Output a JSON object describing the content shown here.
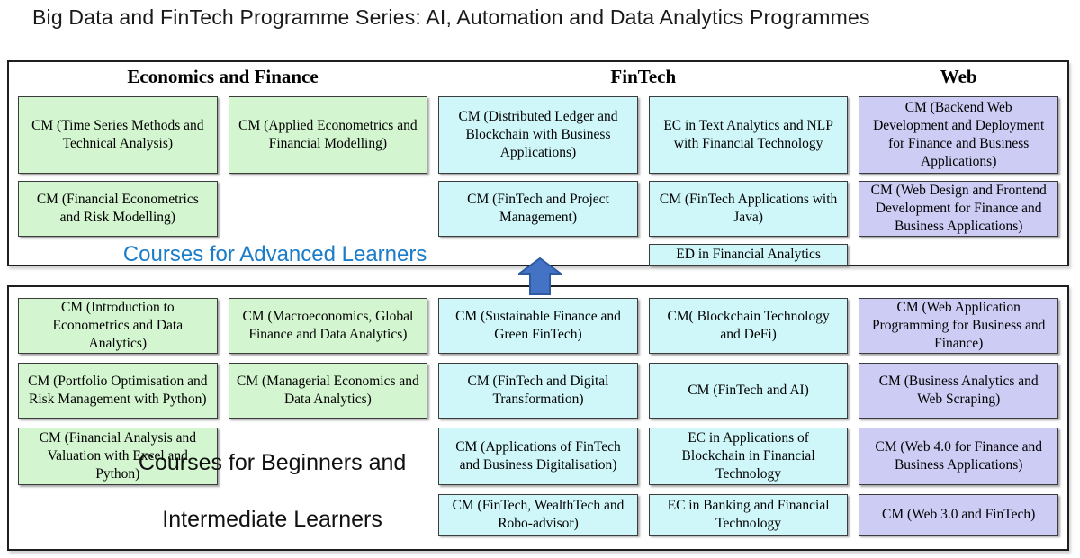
{
  "title": "Big Data and FinTech Programme Series: AI, Automation and Data Analytics Programmes",
  "colors": {
    "green": "#d3f5cf",
    "cyan": "#cff7fa",
    "purple": "#cdccf4",
    "arrow": "#4472c4",
    "arrow_border": "#2e5b9f",
    "advanced_label": "#1b7cc8"
  },
  "headers": {
    "economics": "Economics and Finance",
    "fintech": "FinTech",
    "web": "Web"
  },
  "advanced": {
    "label": "Courses for Advanced Learners",
    "row1": [
      "CM (Time Series Methods and Technical Analysis)",
      "CM (Applied Econometrics and Financial Modelling)",
      "CM (Distributed Ledger and Blockchain with Business Applications)",
      "EC in Text Analytics and NLP with Financial Technology",
      "CM (Backend Web Development and Deployment for Finance and Business Applications)"
    ],
    "row2": [
      "CM (Financial Econometrics and Risk Modelling)",
      "CM (FinTech and Project Management)",
      "CM (FinTech Applications with Java)",
      "CM (Web Design and Frontend Development for Finance and Business Applications)"
    ],
    "ed_cell": "ED in Financial Analytics"
  },
  "beginner": {
    "label_line1": "Courses for Beginners and",
    "label_line2": "Intermediate Learners",
    "col1": [
      "CM (Introduction to Econometrics and Data Analytics)",
      "CM (Portfolio Optimisation and Risk Management with Python)",
      "CM (Financial Analysis and Valuation with Excel and Python)"
    ],
    "col2": [
      "CM (Macroeconomics, Global Finance and Data Analytics)",
      "CM (Managerial Economics and Data Analytics)"
    ],
    "col3": [
      "CM (Sustainable Finance and Green FinTech)",
      "CM (FinTech and Digital Transformation)",
      "CM (Applications of FinTech and Business Digitalisation)",
      "CM (FinTech, WealthTech and Robo-advisor)"
    ],
    "col4": [
      "CM( Blockchain Technology and DeFi)",
      "CM (FinTech and AI)",
      "EC in Applications of Blockchain in Financial Technology",
      "EC in Banking and Financial Technology"
    ],
    "col5": [
      "CM (Web Application Programming for Business and Finance)",
      "CM (Business Analytics and Web Scraping)",
      "CM (Web 4.0 for Finance and Business Applications)",
      "CM (Web 3.0 and FinTech)"
    ]
  }
}
